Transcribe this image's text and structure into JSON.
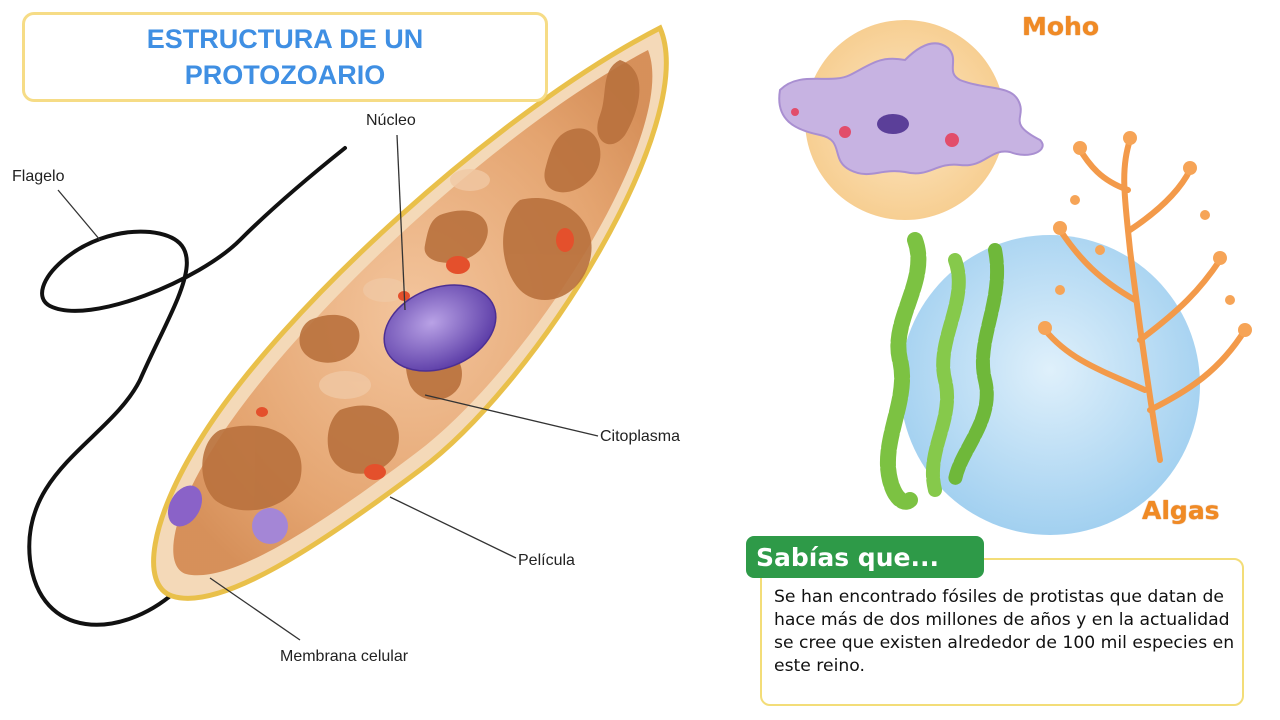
{
  "title": "ESTRUCTURA DE UN PROTOZOARIO",
  "labels": {
    "nucleo": "Núcleo",
    "flagelo": "Flagelo",
    "citoplasma": "Citoplasma",
    "pelicula": "Película",
    "membrana": "Membrana celular"
  },
  "moho_label": "Moho",
  "algas_label": "Algas",
  "info": {
    "tab": "Sabías que...",
    "text": "Se han encontrado fósiles de protistas que datan de hace más de dos millones de años y en la actualidad se cree que existen alrededor de 100 mil especies en este reino."
  },
  "colors": {
    "title_text": "#3f8fe3",
    "title_border": "#f6dc86",
    "cell_body": "#e8a46c",
    "nucleus": "#7b5cc4",
    "tab_green": "#2e9a48",
    "moho_bg": "#f9d9a6",
    "algas_bg": "#a9d6f2",
    "algae_green": "#7cc242",
    "algae_orange": "#f39a4a"
  }
}
